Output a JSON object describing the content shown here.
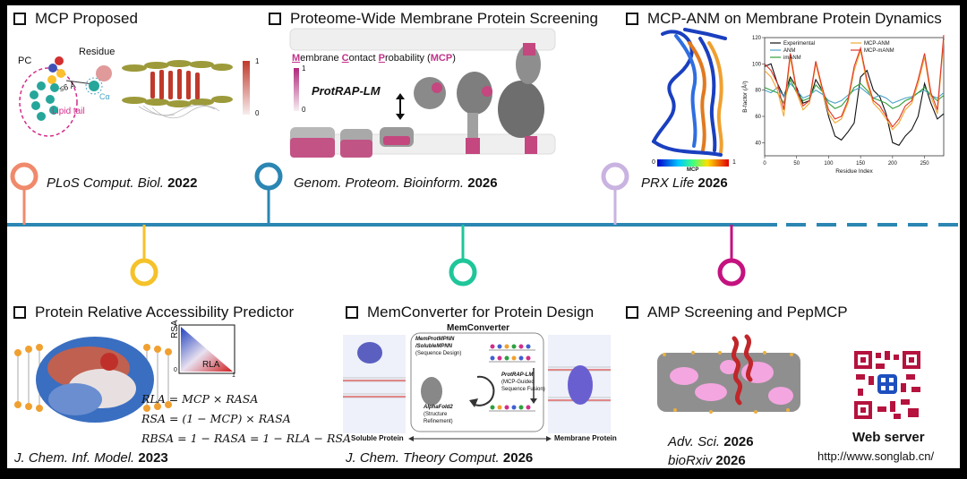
{
  "sections": {
    "mcp_proposed": {
      "title": "MCP Proposed",
      "journal": "PLoS Comput. Biol.",
      "year": "2022",
      "labels": {
        "pc": "PC",
        "residue": "Residue",
        "cutoff": "≤6 Å",
        "calpha": "Cα",
        "lipid_tail": "Lipid tail"
      },
      "scale_max": "1",
      "scale_min": "0"
    },
    "proteome": {
      "title": "Proteome-Wide Membrane Protein Screening",
      "mcp_prefix": "Membrane Contact Probability (",
      "mcp_abbr": "MCP",
      "mcp_suffix": ")",
      "m1": "M",
      "m1r": "embrane ",
      "m2": "C",
      "m2r": "ontact ",
      "m3": "P",
      "m3r": "robability (",
      "model": "ProtRAP-LM",
      "scale_max": "1",
      "scale_min": "0",
      "journal": "Genom. Proteom. Bioinform.",
      "year": "2026"
    },
    "anm": {
      "title": "MCP-ANM on Membrane Protein Dynamics",
      "journal": "PRX Life",
      "year": "2026",
      "colorbar_label": "MCP",
      "colorbar_min": "0",
      "colorbar_max": "1"
    },
    "accessibility": {
      "title": "Protein Relative Accessibility Predictor",
      "axis_y": "RSA",
      "axis_x": "RLA",
      "tick0": "0",
      "tick1": "1",
      "tick1y": "1",
      "eq1": "RLA = MCP × RASA",
      "eq2": "RSA = (1 − MCP) × RASA",
      "eq3": "RBSA = 1 − RASA = 1 − RLA − RSA",
      "journal": "J. Chem. Inf. Model.",
      "year": "2023"
    },
    "memconverter": {
      "title": "MemConverter for Protein Design",
      "box_title": "MemConverter",
      "step1a": "MemProtMPNN",
      "step1b": "/SolubleMPNN",
      "step1c": "(Sequence Design)",
      "step2a": "ProtRAP-LM",
      "step2b": "(MCP-Guided",
      "step2c": "Sequence Fusion)",
      "step3a": "AlphaFold2",
      "step3b": "(Structure",
      "step3c": "Refinement)",
      "left_label": "Soluble Protein",
      "right_label": "Membrane Protein",
      "journal": "J. Chem. Theory Comput.",
      "year": "2026"
    },
    "amp": {
      "title": "AMP Screening and PepMCP",
      "journal1": "Adv. Sci.",
      "year1": "2026",
      "journal2": "bioRxiv",
      "year2": "2026",
      "web_label": "Web server",
      "url": "http://www.songlab.cn/"
    }
  },
  "colors": {
    "timeline": "#2b86b3",
    "node_2022": "#f08a6c",
    "node_2023": "#f5c22a",
    "node_gpb": "#2b86b3",
    "node_jctc": "#1fc69a",
    "node_prx": "#c9b3e0",
    "node_amp": "#c4127f",
    "mcp_pink": "#c2338a"
  },
  "chart_data": {
    "type": "line",
    "title": "",
    "xlabel": "Residue Index",
    "ylabel": "B-factor (Å²)",
    "xlim": [
      0,
      280
    ],
    "ylim": [
      30,
      120
    ],
    "xticks": [
      0,
      50,
      100,
      150,
      200,
      250
    ],
    "yticks": [
      40,
      60,
      80,
      100,
      120
    ],
    "legend_position": "top",
    "series": [
      {
        "name": "Experimental",
        "color": "#111111",
        "x": [
          0,
          10,
          20,
          30,
          40,
          50,
          60,
          70,
          80,
          90,
          100,
          110,
          120,
          130,
          140,
          150,
          160,
          170,
          180,
          190,
          200,
          210,
          220,
          230,
          240,
          250,
          260,
          270,
          280
        ],
        "y": [
          98,
          100,
          85,
          75,
          90,
          82,
          70,
          72,
          88,
          80,
          60,
          45,
          42,
          48,
          55,
          90,
          95,
          80,
          75,
          62,
          40,
          38,
          45,
          50,
          60,
          85,
          70,
          58,
          62
        ]
      },
      {
        "name": "ANM",
        "color": "#4aa3c8",
        "x": [
          0,
          10,
          20,
          30,
          40,
          50,
          60,
          70,
          80,
          90,
          100,
          110,
          120,
          130,
          140,
          150,
          160,
          170,
          180,
          190,
          200,
          210,
          220,
          230,
          240,
          250,
          260,
          270,
          280
        ],
        "y": [
          80,
          78,
          82,
          75,
          85,
          80,
          74,
          76,
          80,
          77,
          72,
          70,
          72,
          76,
          80,
          82,
          78,
          74,
          76,
          74,
          70,
          72,
          74,
          75,
          78,
          80,
          76,
          74,
          78
        ]
      },
      {
        "name": "imANM",
        "color": "#2e9e3a",
        "x": [
          0,
          10,
          20,
          30,
          40,
          50,
          60,
          70,
          80,
          90,
          100,
          110,
          120,
          130,
          140,
          150,
          160,
          170,
          180,
          190,
          200,
          210,
          220,
          230,
          240,
          250,
          260,
          270,
          280
        ],
        "y": [
          82,
          80,
          78,
          70,
          88,
          78,
          72,
          74,
          84,
          79,
          70,
          66,
          68,
          74,
          82,
          85,
          80,
          74,
          72,
          70,
          66,
          68,
          72,
          74,
          78,
          82,
          76,
          72,
          76
        ]
      },
      {
        "name": "MCP-ANM",
        "color": "#f0a830",
        "x": [
          0,
          10,
          20,
          30,
          40,
          50,
          60,
          70,
          80,
          90,
          100,
          110,
          120,
          130,
          140,
          150,
          160,
          170,
          180,
          190,
          200,
          210,
          220,
          230,
          240,
          250,
          260,
          270,
          280
        ],
        "y": [
          95,
          90,
          80,
          60,
          105,
          78,
          65,
          70,
          100,
          80,
          62,
          55,
          58,
          70,
          95,
          110,
          85,
          70,
          65,
          58,
          50,
          55,
          65,
          70,
          85,
          105,
          75,
          62,
          118
        ]
      },
      {
        "name": "MCP-mANM",
        "color": "#e03428",
        "x": [
          0,
          10,
          20,
          30,
          40,
          50,
          60,
          70,
          80,
          90,
          100,
          110,
          120,
          130,
          140,
          150,
          160,
          170,
          180,
          190,
          200,
          210,
          220,
          230,
          240,
          250,
          260,
          270,
          280
        ],
        "y": [
          100,
          95,
          85,
          65,
          108,
          80,
          68,
          72,
          102,
          82,
          65,
          58,
          60,
          72,
          98,
          112,
          88,
          72,
          68,
          60,
          52,
          58,
          68,
          72,
          88,
          108,
          78,
          65,
          122
        ]
      }
    ]
  }
}
